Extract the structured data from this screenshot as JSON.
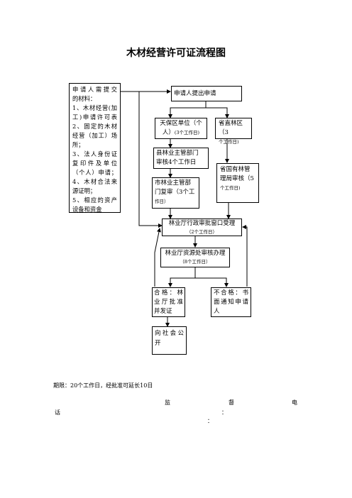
{
  "title": "木材经营许可证流程图",
  "requirements": {
    "lines": [
      "申请人需提交",
      "的材料：",
      "1、木材经营(加",
      "工)申请许可表",
      "2、固定的木材",
      "经营（加工）场",
      "所；",
      "3、法人身份证",
      "复印件及单位",
      "（个人）申请；",
      "4、木材合法来",
      "源证明；",
      "5、相应的资产",
      "设备和资金"
    ]
  },
  "nodes": {
    "apply": {
      "label": "申请人提出申请"
    },
    "tianbao": {
      "label_a": "天保区单位（个",
      "label_b": "人）",
      "days": "(3个工作日)"
    },
    "shengzhi": {
      "label": "省直林区（3",
      "days": "个工作日)"
    },
    "county": {
      "label_a": "县林业主管部门",
      "label_b": "审核4个工作日"
    },
    "state_forest": {
      "label_a": "省国有林管",
      "label_b": "理局审核（5",
      "days": "个工作日)"
    },
    "city": {
      "label_a": "市林业主管部",
      "label_b": "门复审（3个工",
      "days": "作日）"
    },
    "window": {
      "label": "林业厅行政审批窗口受理",
      "days": "（2个工作日）"
    },
    "resource": {
      "label": "林业厅资源处审核办理",
      "days": "（8个工作日）"
    },
    "pass": {
      "label": "合格：林业厅批准并发证"
    },
    "fail": {
      "label": "不合格：书面通知申请人"
    },
    "publish": {
      "label": "向社会公开"
    }
  },
  "footer": {
    "period": "期限：20个工作日，经批准可延长10日",
    "supervise_1": "监",
    "supervise_2": "督",
    "supervise_3": "电",
    "supervise_4": "话",
    "colon_1": "：",
    "colon_2": "："
  }
}
